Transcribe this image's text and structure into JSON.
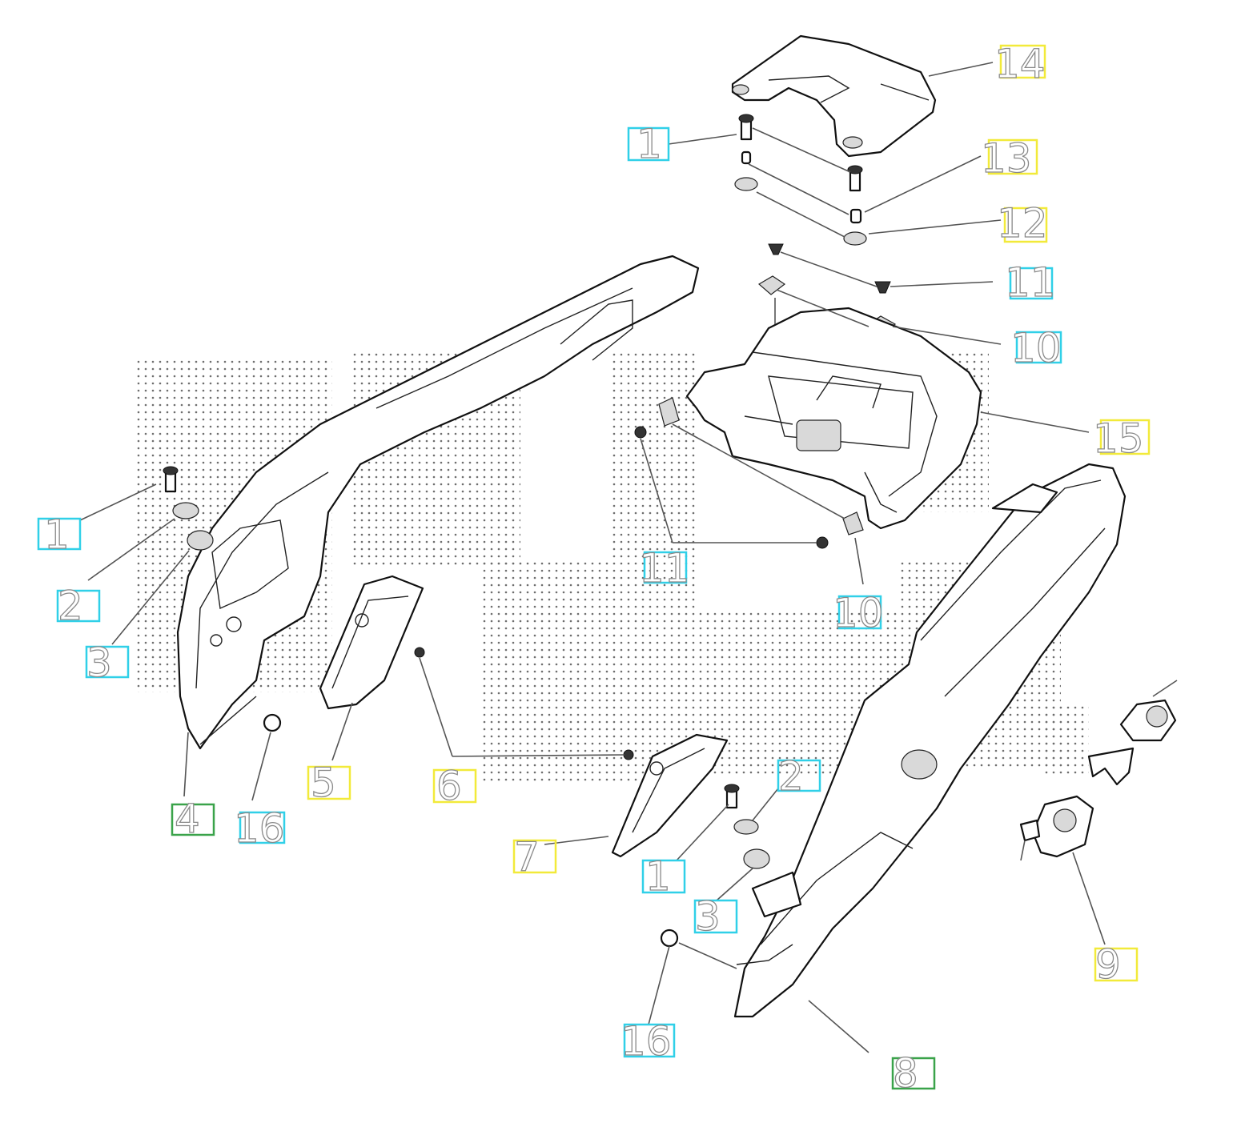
{
  "callouts": {
    "c14": "14",
    "c1_top": "1",
    "c13": "13",
    "c12": "12",
    "c11_right": "11",
    "c10_right": "10",
    "c15": "15",
    "c1_left": "1",
    "c2_left": "2",
    "c3_left": "3",
    "c11_mid": "11",
    "c10_mid": "10",
    "c5": "5",
    "c6": "6",
    "c4": "4",
    "c16_left": "16",
    "c2_mid": "2",
    "c7": "7",
    "c1_mid": "1",
    "c3_mid": "3",
    "c9": "9",
    "c16_bottom": "16",
    "c8": "8"
  },
  "colors": {
    "label_box_cyan": "#30d0e8",
    "label_box_yellow": "#f2ea3a",
    "label_box_green": "#3aa34a"
  }
}
